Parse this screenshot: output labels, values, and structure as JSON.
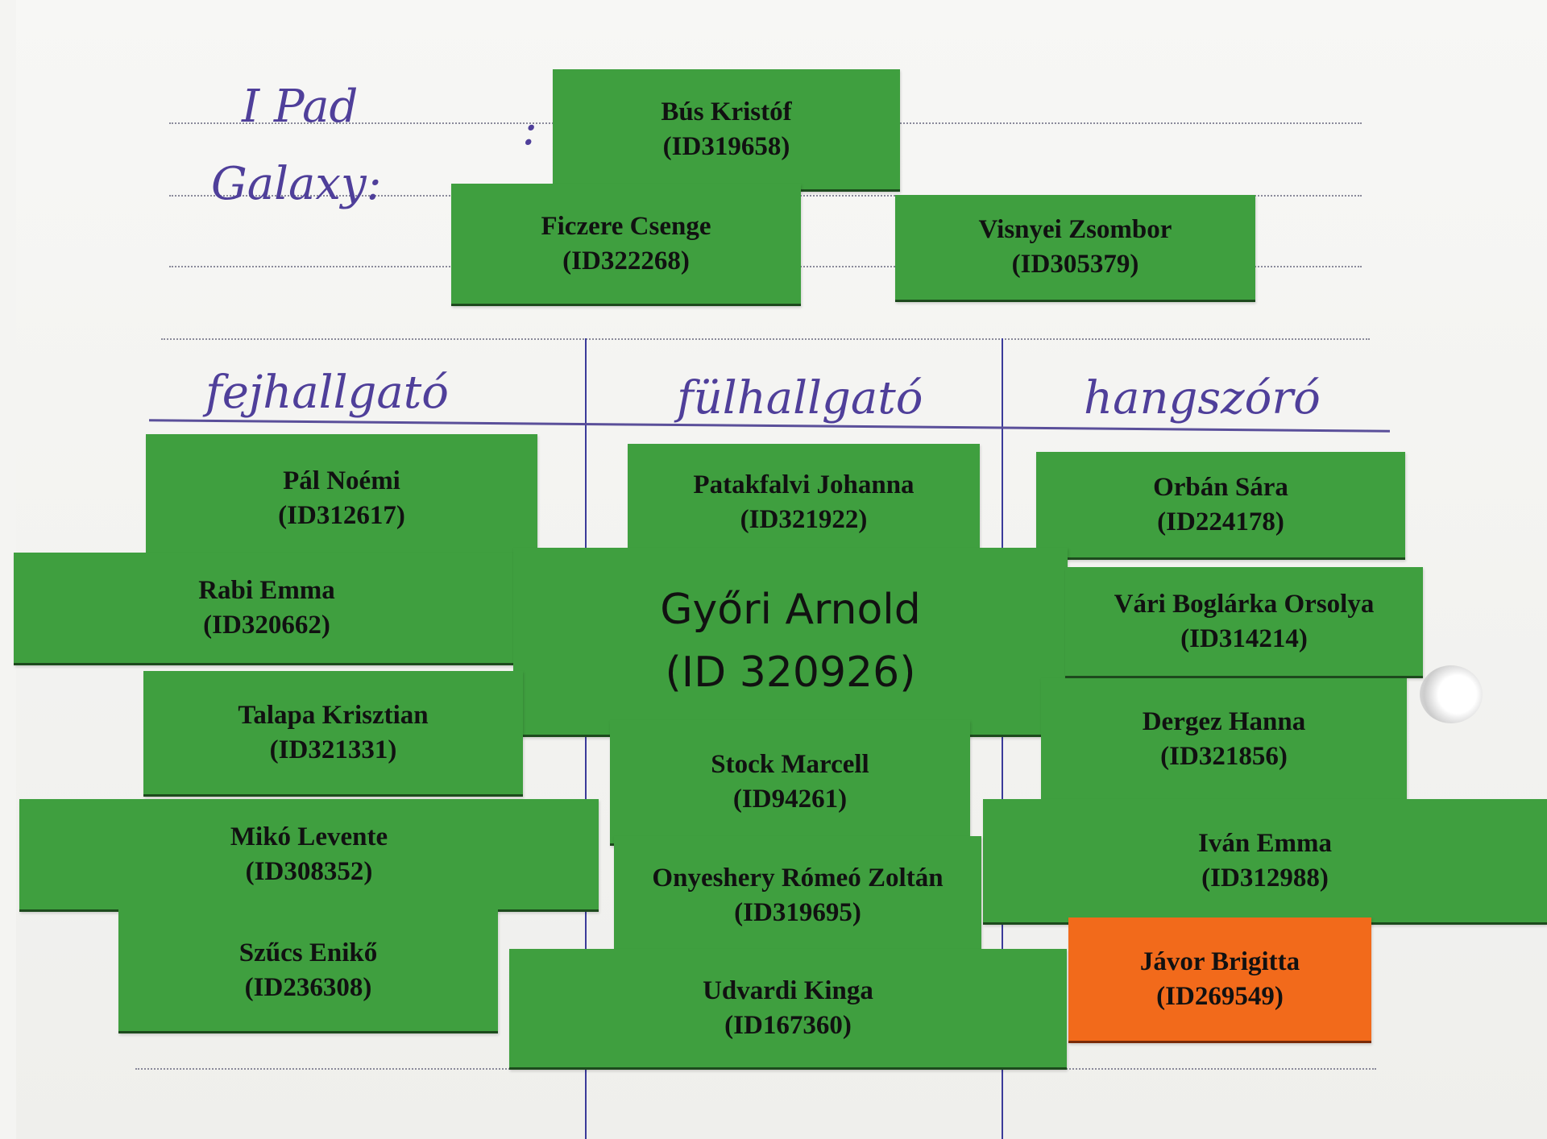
{
  "handwriting": {
    "ipad": "I Pad",
    "ipad_colon": ":",
    "galaxy": "Galaxy:",
    "columns": [
      "fejhallgató",
      "fülhallgató",
      "hangszóró"
    ]
  },
  "colors": {
    "green": "#3f9f3f",
    "orange": "#f26a1b",
    "ink": "#4f3f9a"
  },
  "cards": [
    {
      "name": "Bús Kristóf",
      "id": "(ID319658)"
    },
    {
      "name": "Ficzere Csenge",
      "id": "(ID322268)"
    },
    {
      "name": "Visnyei Zsombor",
      "id": "(ID305379)"
    },
    {
      "name": "Pál Noémi",
      "id": "(ID312617)"
    },
    {
      "name": "Patakfalvi Johanna",
      "id": "(ID321922)"
    },
    {
      "name": "Orbán Sára",
      "id": "(ID224178)"
    },
    {
      "name": "Rabi Emma",
      "id": "(ID320662)"
    },
    {
      "name": "Győri Arnold",
      "id": "(ID 320926)"
    },
    {
      "name": "Vári Boglárka Orsolya",
      "id": "(ID314214)"
    },
    {
      "name": "Talapa Krisztian",
      "id": "(ID321331)"
    },
    {
      "name": "Dergez Hanna",
      "id": "(ID321856)"
    },
    {
      "name": "Stock Marcell",
      "id": "(ID94261)"
    },
    {
      "name": "Mikó Levente",
      "id": "(ID308352)"
    },
    {
      "name": "Iván Emma",
      "id": "(ID312988)"
    },
    {
      "name": "Onyeshery Rómeó Zoltán",
      "id": "(ID319695)"
    },
    {
      "name": "Szűcs Enikő",
      "id": "(ID236308)"
    },
    {
      "name": "Udvardi Kinga",
      "id": "(ID167360)"
    },
    {
      "name": "Jávor Brigitta",
      "id": "(ID269549)"
    }
  ]
}
